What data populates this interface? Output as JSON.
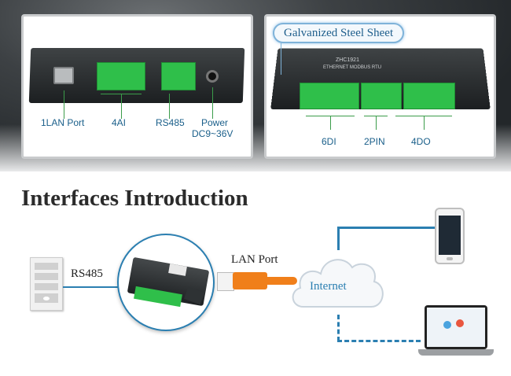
{
  "top": {
    "left_panel": {
      "labels": {
        "lan": "1LAN Port",
        "ai": "4AI",
        "rs485": "RS485",
        "power_line1": "Power",
        "power_line2": "DC9~36V"
      }
    },
    "right_panel": {
      "callout": "Galvanized Steel Sheet",
      "device_label_1": "ZHC1921",
      "device_label_2": "ETHERNET MODBUS RTU",
      "labels": {
        "di": "6DI",
        "pin": "2PIN",
        "do": "4DO"
      }
    }
  },
  "headline": "Interfaces Introduction",
  "diagram": {
    "rs485_label": "RS485",
    "lan_label": "LAN Port",
    "internet_label": "Internet"
  },
  "colors": {
    "accent_blue": "#2b7fb1",
    "label_blue": "#1a5f8a",
    "terminal_green": "#2fbf4a",
    "cable_orange": "#f07f1a"
  }
}
